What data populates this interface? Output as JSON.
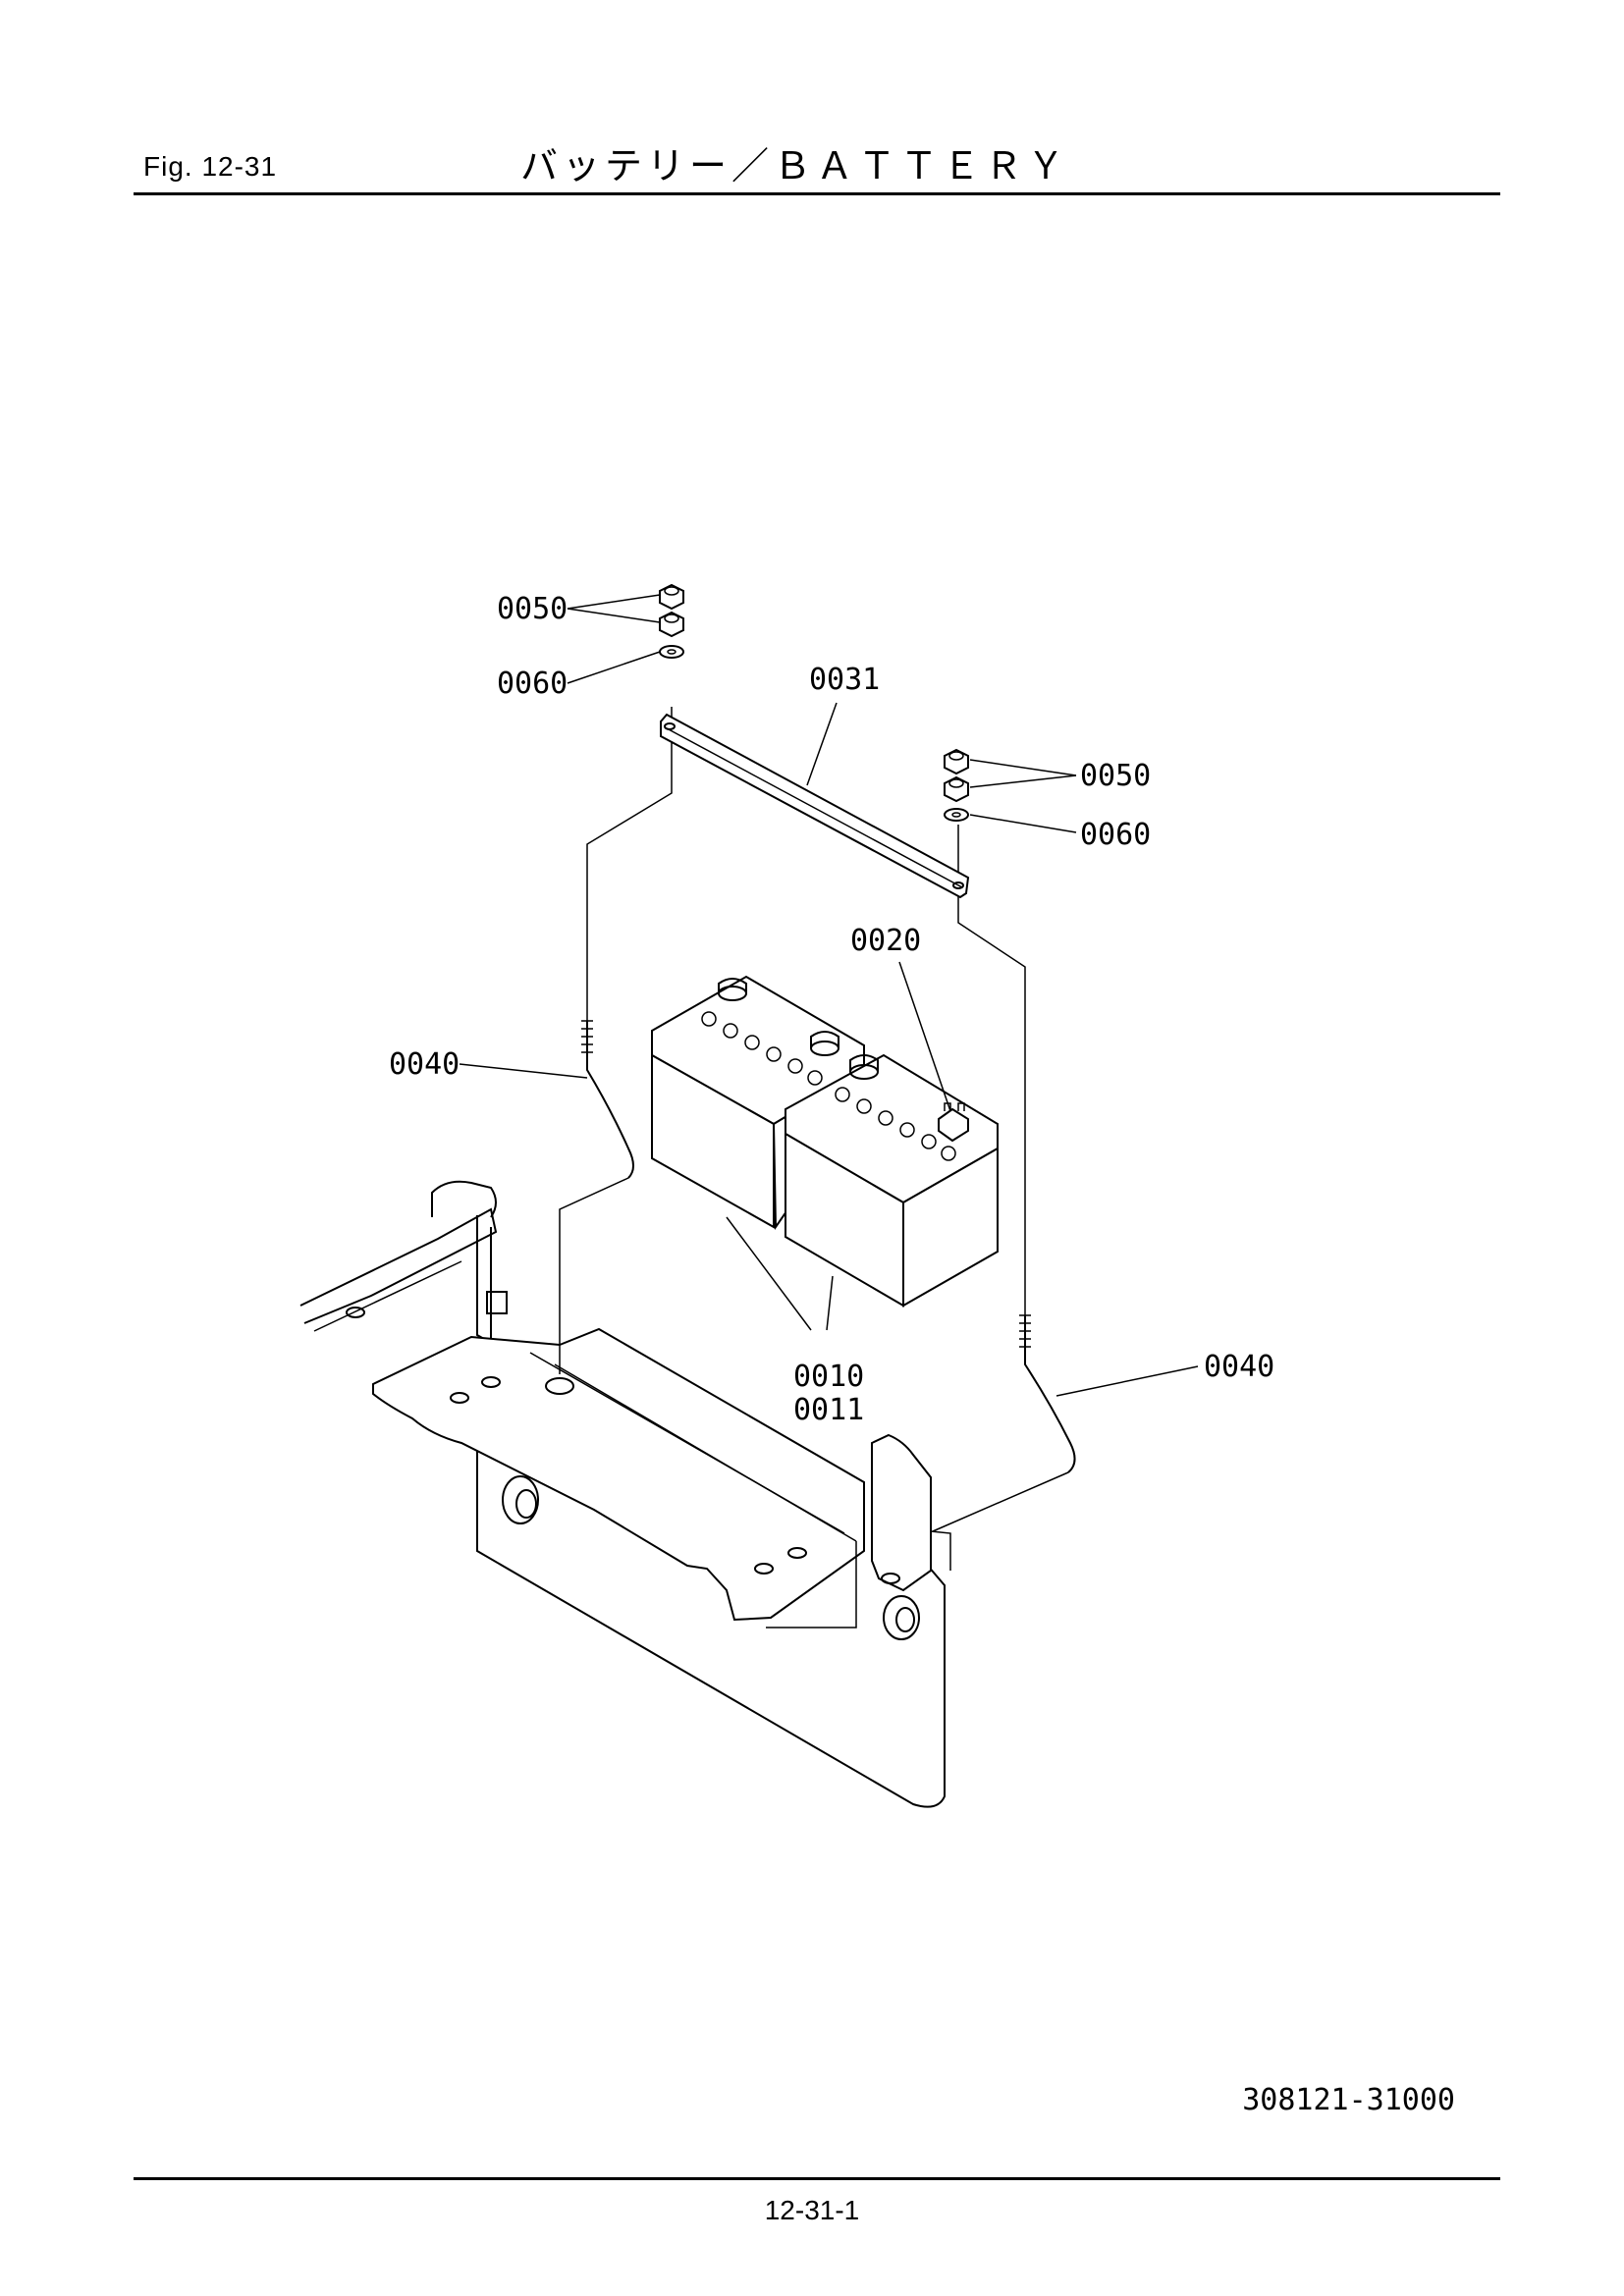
{
  "header": {
    "figure_number": "Fig.  12-31",
    "title": "バッテリー／ＢＡＴＴＥＲＹ"
  },
  "diagram": {
    "callouts": {
      "nut_top_left": "0050",
      "washer_top_left": "0060",
      "hold_bar": "0031",
      "nut_right": "0050",
      "washer_right": "0060",
      "cap": "0020",
      "rod_left": "0040",
      "battery_a": "0010",
      "battery_b": "0011",
      "rod_right": "0040"
    }
  },
  "footer": {
    "drawing_number": "308121-31000",
    "page_number": "12-31-1"
  }
}
